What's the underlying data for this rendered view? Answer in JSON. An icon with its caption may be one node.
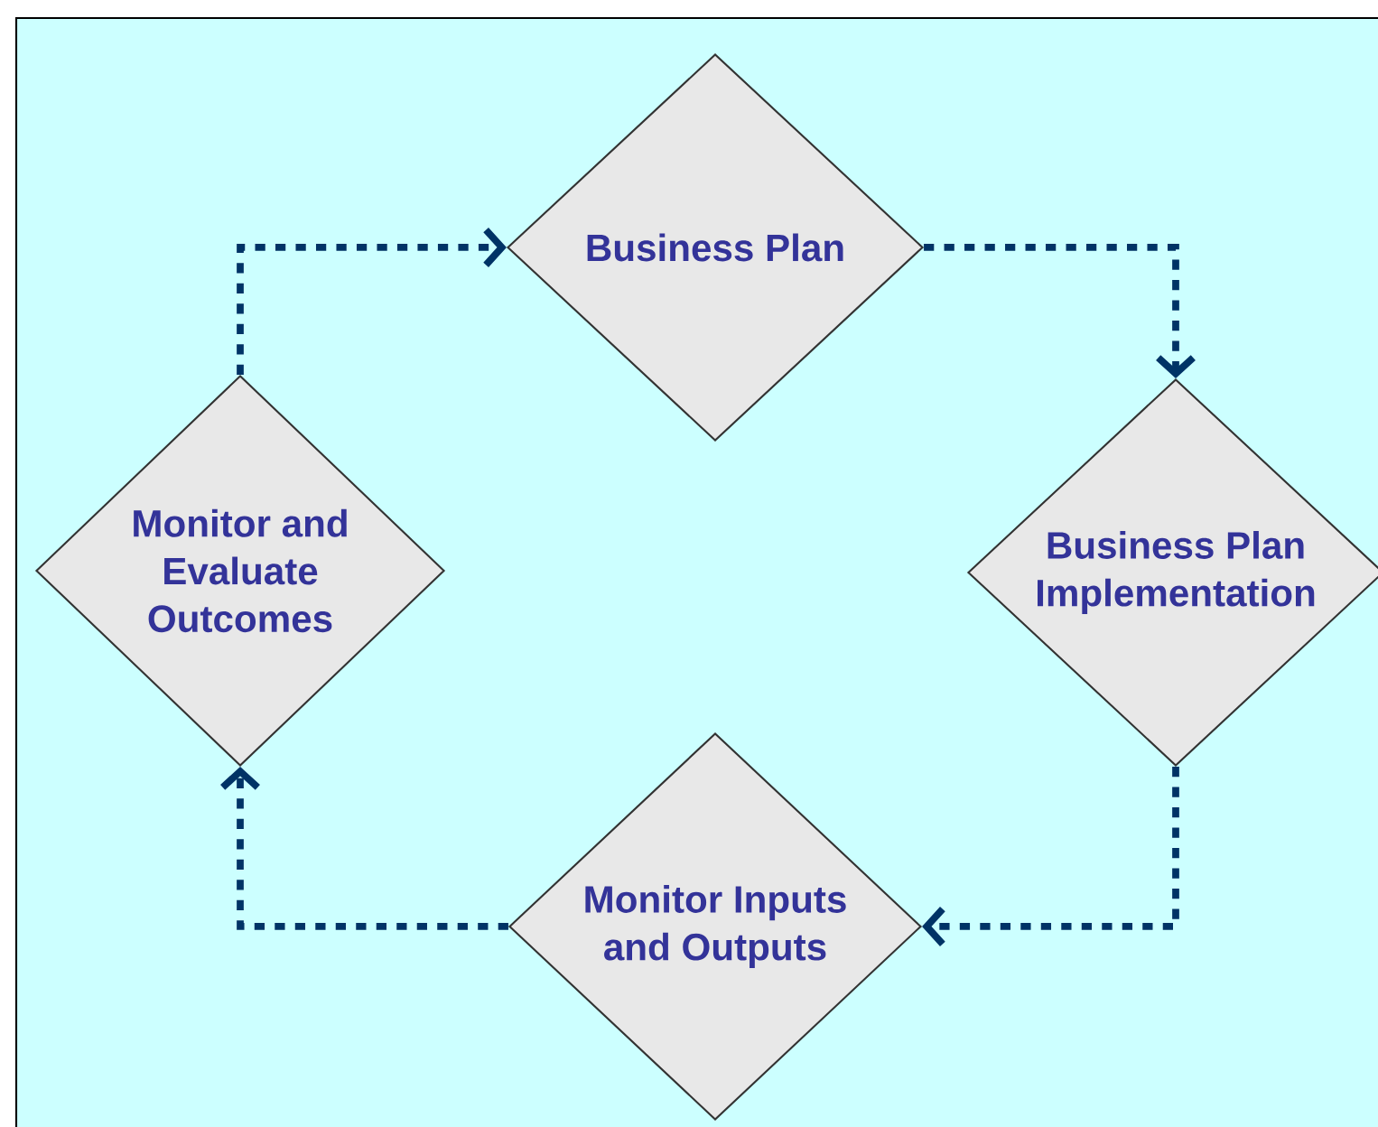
{
  "diagram": {
    "nodes": [
      {
        "text": [
          "Business Plan"
        ]
      },
      {
        "text": [
          "Business Plan Implementation"
        ]
      },
      {
        "text": [
          "Monitor Inputs and Outputs"
        ]
      },
      {
        "text": [
          "Monitor and Evaluate Outcomes"
        ]
      }
    ],
    "edges": [
      {
        "from": 0,
        "to": 1,
        "arrow": "to"
      },
      {
        "from": 1,
        "to": 2,
        "arrow": "to"
      },
      {
        "from": 2,
        "to": 3,
        "arrow": "to"
      },
      {
        "from": 3,
        "to": 0,
        "arrow": "to"
      }
    ]
  }
}
